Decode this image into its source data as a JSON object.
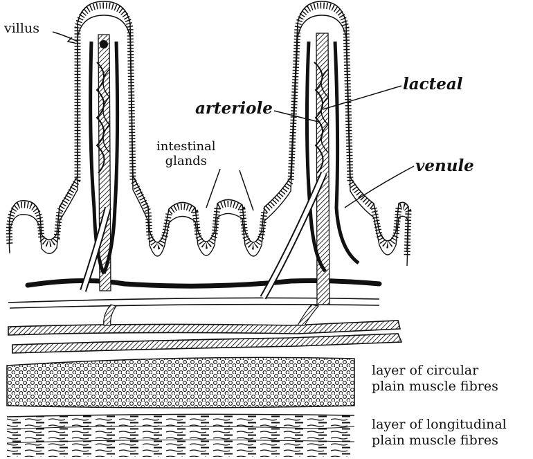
{
  "labels": {
    "villus": "villus",
    "lacteal": "lacteal",
    "arteriole": "arteriole",
    "intestinal_glands": [
      "intestinal",
      "glands"
    ],
    "venule": "venule",
    "circular_layer": [
      "layer of circular",
      "plain muscle fibres"
    ],
    "longitudinal_layer": [
      "layer of longitudinal",
      "plain muscle fibres"
    ]
  },
  "colors": {
    "ink": "#111111",
    "paper": "#ffffff"
  }
}
